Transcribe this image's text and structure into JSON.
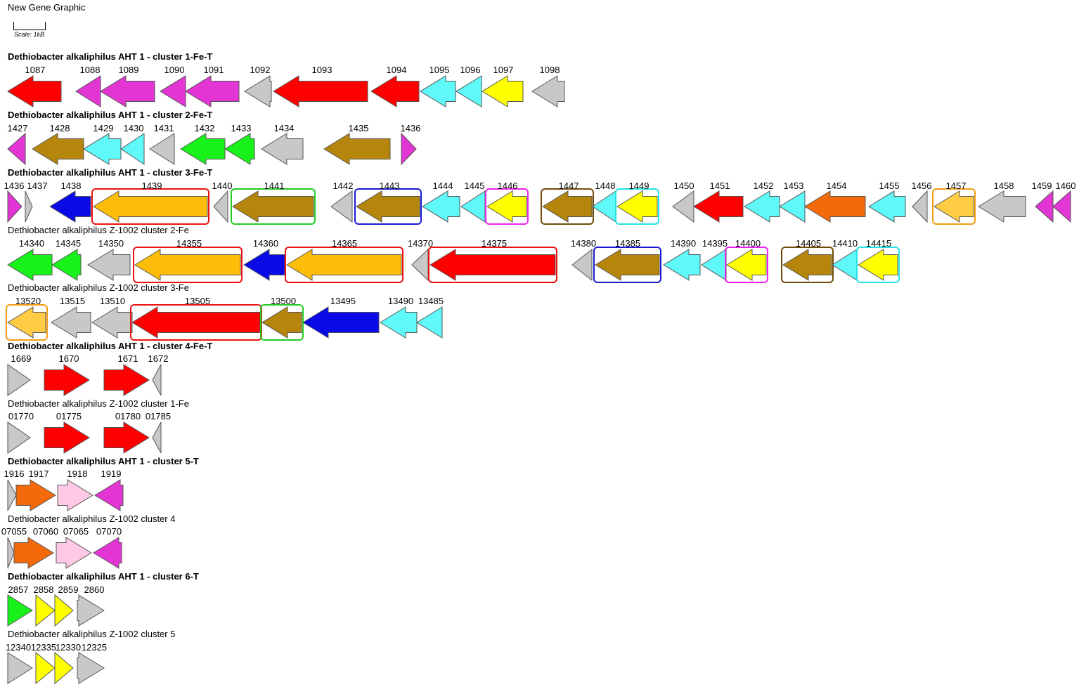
{
  "title": "New Gene Graphic",
  "scale_label": "Scale: 1kB",
  "colors": {
    "red": "#ff0000",
    "magenta": "#e334d4",
    "gray": "#c8c8c8",
    "cyan": "#5ff9f9",
    "yellow": "#ffff00",
    "brown": "#b5860b",
    "green": "#19f11a",
    "orange": "#f46a0a",
    "gold": "#fdbd08",
    "lightgold": "#ffcc44",
    "blue": "#0a0ae6",
    "pink": "#ffc9e6",
    "box_red": "#ee1111",
    "box_green": "#22cc22",
    "box_blue": "#1a1ad0",
    "box_magenta": "#ee22ee",
    "box_brown": "#704c08",
    "box_cyan": "#22e4e4",
    "box_orange": "#f39c12"
  },
  "clusters": [
    {
      "title": "Dethiobacter alkaliphilus AHT 1 - cluster 1-Fe-T",
      "bold": true,
      "genes": [
        {
          "label": "1087",
          "color": "red"
        },
        {
          "label": "1088",
          "color": "magenta"
        },
        {
          "label": "1089",
          "color": "magenta"
        },
        {
          "label": "1090",
          "color": "magenta"
        },
        {
          "label": "1091",
          "color": "magenta"
        },
        {
          "label": "1092",
          "color": "gray"
        },
        {
          "label": "1093",
          "color": "red"
        },
        {
          "label": "1094",
          "color": "red"
        },
        {
          "label": "1095",
          "color": "cyan"
        },
        {
          "label": "1096",
          "color": "cyan"
        },
        {
          "label": "1097",
          "color": "yellow"
        },
        {
          "label": "1098",
          "color": "gray"
        }
      ]
    },
    {
      "title": "Dethiobacter alkaliphilus AHT 1 - cluster 2-Fe-T",
      "bold": true,
      "genes": [
        {
          "label": "1427",
          "color": "magenta"
        },
        {
          "label": "1428",
          "color": "brown"
        },
        {
          "label": "1429",
          "color": "cyan"
        },
        {
          "label": "1430",
          "color": "cyan"
        },
        {
          "label": "1431",
          "color": "gray"
        },
        {
          "label": "1432",
          "color": "green"
        },
        {
          "label": "1433",
          "color": "green"
        },
        {
          "label": "1434",
          "color": "gray"
        },
        {
          "label": "1435",
          "color": "brown"
        },
        {
          "label": "1436",
          "color": "magenta"
        }
      ]
    },
    {
      "title": "Dethiobacter alkaliphilus AHT 1 - cluster 3-Fe-T",
      "bold": true,
      "genes": [
        {
          "label": "1436",
          "color": "magenta"
        },
        {
          "label": "1437",
          "color": "gray"
        },
        {
          "label": "1438",
          "color": "blue"
        },
        {
          "label": "1439",
          "color": "gold",
          "box": "box_red"
        },
        {
          "label": "1440",
          "color": "gray"
        },
        {
          "label": "1441",
          "color": "brown",
          "box": "box_green"
        },
        {
          "label": "1442",
          "color": "gray"
        },
        {
          "label": "1443",
          "color": "brown",
          "box": "box_blue"
        },
        {
          "label": "1444",
          "color": "cyan"
        },
        {
          "label": "1445",
          "color": "cyan"
        },
        {
          "label": "1446",
          "color": "yellow",
          "box": "box_magenta"
        },
        {
          "label": "1447",
          "color": "brown",
          "box": "box_brown"
        },
        {
          "label": "1448",
          "color": "cyan"
        },
        {
          "label": "1449",
          "color": "yellow",
          "box": "box_cyan"
        },
        {
          "label": "1450",
          "color": "gray"
        },
        {
          "label": "1451",
          "color": "red"
        },
        {
          "label": "1452",
          "color": "cyan"
        },
        {
          "label": "1453",
          "color": "cyan"
        },
        {
          "label": "1454",
          "color": "orange"
        },
        {
          "label": "1455",
          "color": "cyan"
        },
        {
          "label": "1456",
          "color": "gray"
        },
        {
          "label": "1457",
          "color": "lightgold",
          "box": "box_orange"
        },
        {
          "label": "1458",
          "color": "gray"
        },
        {
          "label": "1459",
          "color": "magenta"
        },
        {
          "label": "1460",
          "color": "magenta"
        }
      ]
    },
    {
      "title": "Dethiobacter alkaliphilus Z-1002 cluster 2-Fe",
      "bold": false,
      "genes": [
        {
          "label": "14340",
          "color": "green"
        },
        {
          "label": "14345",
          "color": "green"
        },
        {
          "label": "14350",
          "color": "gray"
        },
        {
          "label": "14355",
          "color": "gold",
          "box": "box_red"
        },
        {
          "label": "14360",
          "color": "blue"
        },
        {
          "label": "14365",
          "color": "gold",
          "box": "box_red"
        },
        {
          "label": "14370",
          "color": "gray"
        },
        {
          "label": "14375",
          "color": "red",
          "box": "box_red"
        },
        {
          "label": "14380",
          "color": "gray"
        },
        {
          "label": "14385",
          "color": "brown",
          "box": "box_blue"
        },
        {
          "label": "14390",
          "color": "cyan"
        },
        {
          "label": "14395",
          "color": "cyan"
        },
        {
          "label": "14400",
          "color": "yellow",
          "box": "box_magenta"
        },
        {
          "label": "14405",
          "color": "brown",
          "box": "box_brown"
        },
        {
          "label": "14410",
          "color": "cyan"
        },
        {
          "label": "14415",
          "color": "yellow",
          "box": "box_cyan"
        }
      ]
    },
    {
      "title": "Dethiobacter alkaliphilus Z-1002 cluster 3-Fe",
      "bold": false,
      "genes": [
        {
          "label": "13520",
          "color": "lightgold",
          "box": "box_orange"
        },
        {
          "label": "13515",
          "color": "gray"
        },
        {
          "label": "13510",
          "color": "gray"
        },
        {
          "label": "13505",
          "color": "red",
          "box": "box_red"
        },
        {
          "label": "13500",
          "color": "brown",
          "box": "box_green"
        },
        {
          "label": "13495",
          "color": "blue"
        },
        {
          "label": "13490",
          "color": "cyan"
        },
        {
          "label": "13485",
          "color": "cyan"
        }
      ]
    },
    {
      "title": "Dethiobacter alkaliphilus AHT 1 - cluster 4-Fe-T",
      "bold": true,
      "genes": [
        {
          "label": "1669",
          "color": "gray"
        },
        {
          "label": "1670",
          "color": "red"
        },
        {
          "label": "1671",
          "color": "red"
        },
        {
          "label": "1672",
          "color": "gray"
        }
      ]
    },
    {
      "title": "Dethiobacter alkaliphilus Z-1002 cluster 1-Fe",
      "bold": false,
      "genes": [
        {
          "label": "01770",
          "color": "gray"
        },
        {
          "label": "01775",
          "color": "red"
        },
        {
          "label": "01780",
          "color": "red"
        },
        {
          "label": "01785",
          "color": "gray"
        }
      ]
    },
    {
      "title": "Dethiobacter alkaliphilus AHT 1 - cluster 5-T",
      "bold": true,
      "genes": [
        {
          "label": "1916",
          "color": "gray"
        },
        {
          "label": "1917",
          "color": "orange"
        },
        {
          "label": "1918",
          "color": "pink"
        },
        {
          "label": "1919",
          "color": "magenta"
        }
      ]
    },
    {
      "title": "Dethiobacter alkaliphilus Z-1002 cluster 4",
      "bold": false,
      "genes": [
        {
          "label": "07055",
          "color": "gray"
        },
        {
          "label": "07060",
          "color": "orange"
        },
        {
          "label": "07065",
          "color": "pink"
        },
        {
          "label": "07070",
          "color": "magenta"
        }
      ]
    },
    {
      "title": "Dethiobacter alkaliphilus AHT 1 - cluster 6-T",
      "bold": true,
      "genes": [
        {
          "label": "2857",
          "color": "green"
        },
        {
          "label": "2858",
          "color": "yellow"
        },
        {
          "label": "2859",
          "color": "yellow"
        },
        {
          "label": "2860",
          "color": "gray"
        }
      ]
    },
    {
      "title": "Dethiobacter alkaliphilus Z-1002 cluster 5",
      "bold": false,
      "genes": [
        {
          "label": "12340",
          "color": "gray"
        },
        {
          "label": "12335",
          "color": "yellow"
        },
        {
          "label": "12330",
          "color": "yellow"
        },
        {
          "label": "12325",
          "color": "gray"
        }
      ]
    }
  ]
}
